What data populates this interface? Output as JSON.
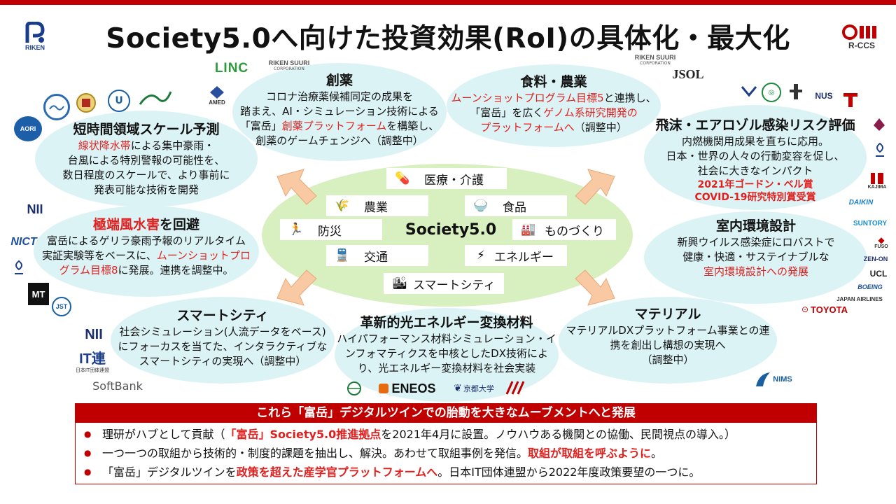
{
  "title": "Society5.0へ向けた投資効果(RoI)の具体化・最大化",
  "logos": {
    "riken": "RIKEN",
    "rccs": "R-CCS",
    "linc": "LINC",
    "riken_suuri": "RIKEN SUURI",
    "corporation": "CORPORATION",
    "amed": "AMED",
    "jsol": "JSOL",
    "aori": "AORI",
    "nii": "NII",
    "nict": "NICT",
    "mt": "MT",
    "jst": "JST",
    "itren": "IT連",
    "itren_sub": "日本IT団体連盟",
    "softbank": "SoftBank",
    "nus": "NUS",
    "kajima": "KAJIMA",
    "daikin": "DAIKIN",
    "suntory": "SUNTORY",
    "fuso": "FUSO",
    "zenon": "ZEN-ON",
    "ucl": "UCL",
    "boeing": "BOEING",
    "jal": "JAPAN AIRLINES",
    "toyota": "TOYOTA",
    "eneos": "ENEOS",
    "kyoto": "京都大学",
    "nims": "NIMS"
  },
  "bubbles": {
    "drug": {
      "heading": "創薬",
      "l1": "コロナ治療薬候補同定の成果を",
      "l2": "踏まえ、AI・シミュレーション技術による",
      "l3a": "「富岳」",
      "l3b": "創薬プラットフォーム",
      "l3c": "を構築し、",
      "l4": "創薬のゲームチェンジへ（調整中）"
    },
    "food": {
      "heading": "食料・農業",
      "l1a": "ムーンショットプログラム目標5",
      "l1b": "と連携し、",
      "l2a": "「富岳」を広く",
      "l2b": "ゲノム系研究開発の",
      "l3a": "プラットフォームへ",
      "l3b": "（調整中）"
    },
    "short": {
      "heading": "短時間領域スケール予測",
      "l1a": "線状降水帯",
      "l1b": "による集中豪雨・",
      "l2": "台風による特別警報の可能性を、",
      "l3": "数日程度のスケールで、より事前に",
      "l4": "発表可能な技術を開発"
    },
    "aerosol": {
      "heading": "飛沫・エアロゾル感染リスク評価",
      "l1": "内燃機関用成果を直ちに応用。",
      "l2": "日本・世界の人々の行動変容を促し、",
      "l3": "社会に大きなインパクト",
      "l4": "2021年ゴードン・ベル賞",
      "l5": "COVID-19研究特別賞受賞"
    },
    "weather": {
      "heading_a": "極端風水害",
      "heading_b": "を回避",
      "l1": "富岳によるゲリラ豪雨予報のリアルタイム",
      "l2a": "実証実験等をベースに、",
      "l2b": "ムーンショットプロ",
      "l3a": "グラム目標8",
      "l3b": "に発展。連携を調整中。"
    },
    "indoor": {
      "heading": "室内環境設計",
      "l1": "新興ウイルス感染症にロバストで",
      "l2": "健康・快適・サステイナブルな",
      "l3": "室内環境設計への発展"
    },
    "smart": {
      "heading": "スマートシティ",
      "l1": "社会シミュレーション(人流データをベース)",
      "l2": "にフォーカスを当てた、インタラクティブな",
      "l3": "スマートシティの実現へ（調整中）"
    },
    "light": {
      "heading": "革新的光エネルギー変換材料",
      "l1": "ハイパフォーマンス材料シミュレーション・イ",
      "l2": "ンフォマティクスを中核としたDX技術によ",
      "l3": "り、光エネルギー変換材料を社会実装"
    },
    "material": {
      "heading": "マテリアル",
      "l1": "マテリアルDXプラットフォーム事業との連",
      "l2": "携を創出し構想の実現へ",
      "l3": "（調整中）"
    }
  },
  "center": {
    "label": "Society5.0",
    "tiles": {
      "medical": "医療・介護",
      "agriculture": "農業",
      "food": "食品",
      "disaster": "防災",
      "manufacturing": "ものづくり",
      "transport": "交通",
      "energy": "エネルギー",
      "smartcity": "スマートシティ"
    }
  },
  "banner": "これら「富岳」デジタルツインでの胎動を大きなムーブメントへと発展",
  "bullets": {
    "b1a": "理研がハブとして貢献（",
    "b1b": "「富岳」Society5.0推進拠点",
    "b1c": "を2021年4月に設置。ノウハウある機関との協働、民間視点の導入。）",
    "b2a": "一つ一つの取組から技術的・制度的課題を抽出し、解決。あわせて取組事例を発信。",
    "b2b": "取組が取組を呼ぶように",
    "b2c": "。",
    "b3a": "「富岳」デジタルツインを",
    "b3b": "政策を超えた産学官プラットフォームへ",
    "b3c": "。日本IT団体連盟から2022年度政策要望の一つに。"
  },
  "colors": {
    "accent_red": "#c00000",
    "text_red": "#e0201e",
    "bubble": "#dcf3f6",
    "center": "#d8efc0",
    "arrow": "#f8c9a2"
  }
}
